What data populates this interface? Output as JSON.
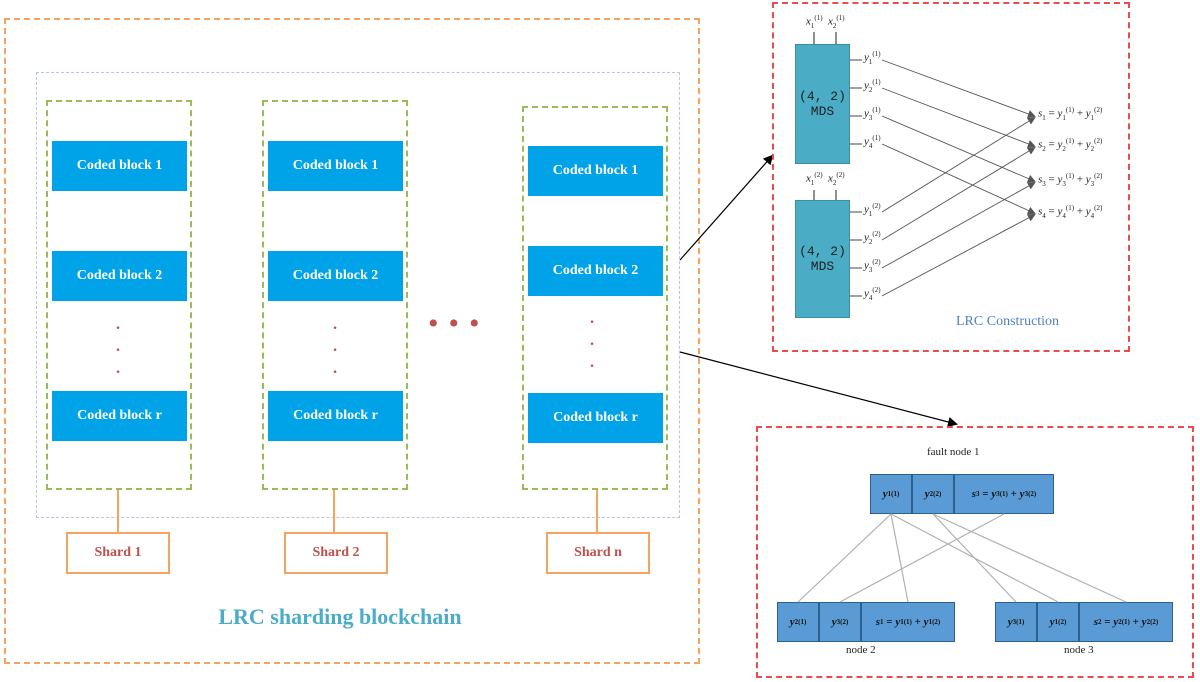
{
  "left": {
    "shards": [
      {
        "blocks": [
          "Coded block 1",
          "Coded block 2",
          "Coded block r"
        ],
        "label": "Shard  1"
      },
      {
        "blocks": [
          "Coded block 1",
          "Coded block 2",
          "Coded block r"
        ],
        "label": "Shard  2"
      },
      {
        "blocks": [
          "Coded block 1",
          "Coded block 2",
          "Coded block r"
        ],
        "label": "Shard  n"
      }
    ],
    "title": "LRC sharding blockchain"
  },
  "lrc": {
    "mds_label_1": "(4, 2)",
    "mds_label_2": "MDS",
    "title": "LRC Construction"
  },
  "fault": {
    "title": "fault node 1",
    "node2": "node 2",
    "node3": "node 3"
  },
  "colors": {
    "coded_block": "#00a2e8",
    "mds_block": "#4bacc6",
    "node_cell": "#5b9bd5",
    "outer_border": "#f4a460",
    "shard_border": "#9bbb59",
    "red_border": "#e84c4c"
  }
}
